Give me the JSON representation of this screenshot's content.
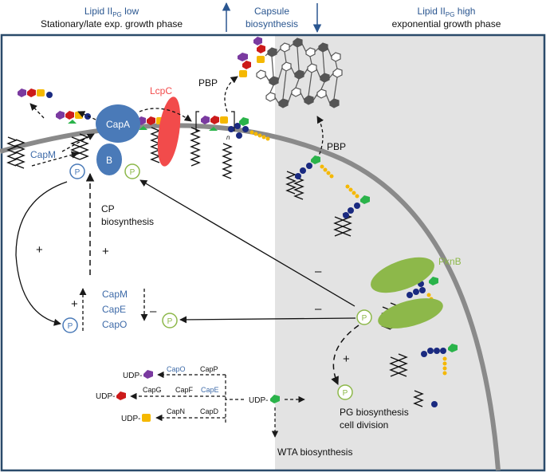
{
  "header": {
    "left_line1_prefix": "Lipid II",
    "left_line1_sub": "PG",
    "left_line1_suffix": " low",
    "left_line2": "Stationary/late exp. growth phase",
    "center_line1": "Capsule",
    "center_line2": "biosynthesis",
    "right_line1_prefix": "Lipid II",
    "right_line1_sub": "PG",
    "right_line1_suffix": " high",
    "right_line2": "exponential growth phase"
  },
  "proteins": {
    "capA": "CapA",
    "capB": "B",
    "capM_membrane": "CapM",
    "lcpC": "LcpC",
    "pknB": "PknB"
  },
  "labels": {
    "pbp_top": "PBP",
    "pbp_right": "PBP",
    "cp_biosynthesis_line1": "CP",
    "cp_biosynthesis_line2": "biosynthesis",
    "cap_genes": [
      "CapM",
      "CapE",
      "CapO"
    ],
    "phospho": "P",
    "pg_line1": "PG biosynthesis",
    "pg_line2": "cell division",
    "wta": "WTA biosynthesis",
    "bracket_n": "n"
  },
  "signs": {
    "plus_left": "+",
    "plus_mid": "+",
    "plus_cap": "+",
    "minus_cap": "–",
    "minus_upper": "–",
    "minus_lower": "–",
    "plus_pg": "+"
  },
  "udp_pathway": {
    "udp_source": "UDP-",
    "udp_purple": "UDP-",
    "udp_red": "UDP-",
    "udp_yellow": "UDP-",
    "capO": "CapO",
    "capP": "CapP",
    "capG": "CapG",
    "capF": "CapF",
    "capE": "CapE",
    "capN": "CapN",
    "capD": "CapD"
  },
  "colors": {
    "membrane": "#8a8a8a",
    "cap_protein_blue": "#4a7ab8",
    "lcpc_red": "#f24b4b",
    "pknb_green": "#8db84a",
    "purple_sugar": "#7a3aa0",
    "red_sugar": "#cc1a1a",
    "yellow_sugar": "#f5b800",
    "green_sugar": "#2ab34a",
    "navy_bead": "#1a2a80",
    "right_panel": "#e3e3e3"
  }
}
